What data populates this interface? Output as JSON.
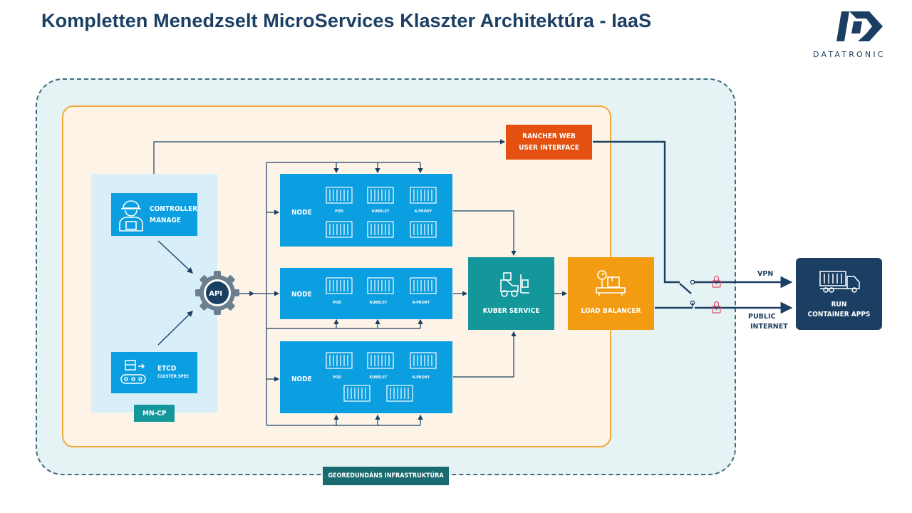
{
  "title": "Kompletten Menedzselt MicroServices Klaszter Architektúra - IaaS",
  "logo": {
    "text": "DATATRONIC"
  },
  "colors": {
    "navy": "#1b3f63",
    "blue": "#0b9ee0",
    "teal": "#14979a",
    "orange": "#f39c12",
    "red": "#e4500f"
  },
  "control_plane": {
    "controller": {
      "line1": "CONTROLLER",
      "line2": "MANAGE"
    },
    "api": "API",
    "etcd": {
      "line1": "ETCD",
      "line2": "CLUSTER SPEC"
    },
    "label": "MN-CP"
  },
  "nodes": [
    {
      "label": "NODE",
      "pod": "POD",
      "kubelet": "KUBELET",
      "kproxy": "K-PROXY"
    },
    {
      "label": "NODE",
      "pod": "POD",
      "kubelet": "KUBELET",
      "kproxy": "K-PROXY"
    },
    {
      "label": "NODE",
      "pod": "POD",
      "kubelet": "KUBELET",
      "kproxy": "K-PROXY"
    }
  ],
  "rancher": {
    "line1": "RANCHER WEB",
    "line2": "USER INTERFACE"
  },
  "kuber_service": "KUBER SERVICE",
  "load_balancer": "LOAD BALANCER",
  "vpn": "VPN",
  "public_internet": {
    "line1": "PUBLIC",
    "line2": "INTERNET"
  },
  "run": {
    "line1": "RUN",
    "line2": "CONTAINER APPS"
  },
  "georedundant": "GEOREDUNDÁNS INFRASTRUKTÚRA"
}
